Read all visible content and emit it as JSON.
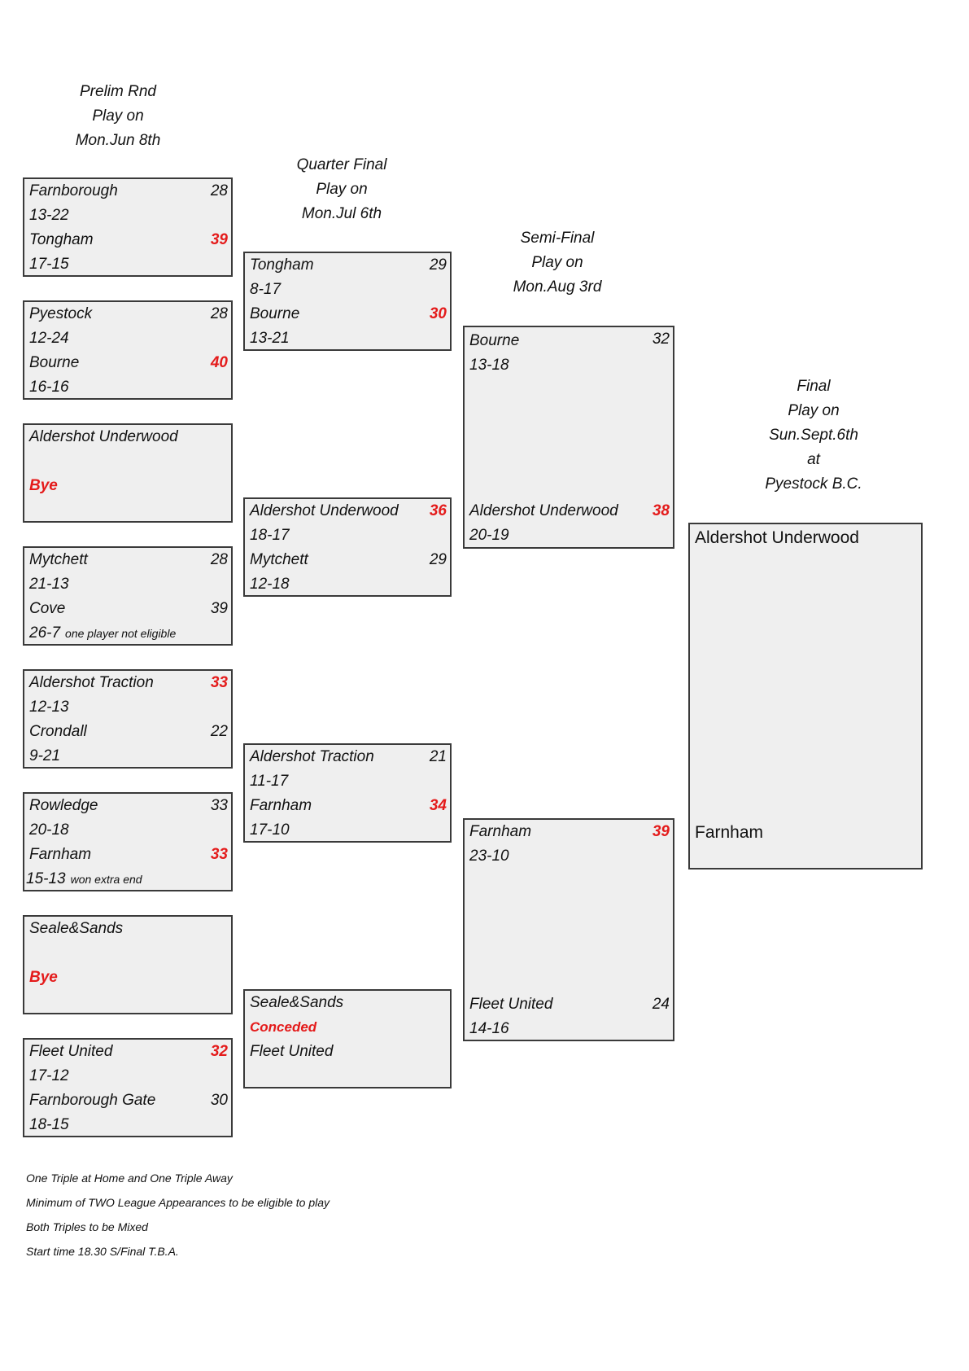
{
  "headers": {
    "prelim": [
      "Prelim Rnd",
      "Play on",
      "Mon.Jun 8th"
    ],
    "quarter": [
      "Quarter Final",
      "Play on",
      "Mon.Jul 6th"
    ],
    "semi": [
      "Semi-Final",
      "Play on",
      "Mon.Aug 3rd"
    ],
    "final": [
      "Final",
      "Play on",
      "Sun.Sept.6th",
      "at",
      "Pyestock B.C."
    ]
  },
  "prelim": [
    {
      "team1": "Farnborough",
      "score1": "28",
      "ends1": "13-22",
      "team2": "Tongham",
      "score2": "39",
      "ends2": "17-15"
    },
    {
      "team1": "Pyestock",
      "score1": "28",
      "ends1": "12-24",
      "team2": "Bourne",
      "score2": "40",
      "ends2": "16-16"
    },
    {
      "team1": "Aldershot Underwood",
      "bye": "Bye"
    },
    {
      "team1": "Mytchett",
      "score1": "28",
      "ends1": "21-13",
      "team2": "Cove",
      "score2": "39",
      "ends2": "26-7",
      "note2": "one player not eligible"
    },
    {
      "team1": "Aldershot Traction",
      "score1": "33",
      "ends1": "12-13",
      "team2": "Crondall",
      "score2": "22",
      "ends2": "9-21"
    },
    {
      "team1": "Rowledge",
      "score1": "33",
      "ends1": "20-18",
      "team2": "Farnham",
      "score2": "33",
      "ends2": "15-13",
      "note2": "won extra end"
    },
    {
      "team1": "Seale&Sands",
      "bye": "Bye"
    },
    {
      "team1": "Fleet United",
      "score1": "32",
      "ends1": "17-12",
      "team2": "Farnborough Gate",
      "score2": "30",
      "ends2": "18-15"
    }
  ],
  "quarter": [
    {
      "team1": "Tongham",
      "score1": "29",
      "ends1": "8-17",
      "team2": "Bourne",
      "score2": "30",
      "ends2": "13-21"
    },
    {
      "team1": "Aldershot Underwood",
      "score1": "36",
      "ends1": "18-17",
      "team2": "Mytchett",
      "score2": "29",
      "ends2": "12-18"
    },
    {
      "team1": "Aldershot Traction",
      "score1": "21",
      "ends1": "11-17",
      "team2": "Farnham",
      "score2": "34",
      "ends2": "17-10"
    },
    {
      "team1": "Seale&Sands",
      "status": "Conceded",
      "team2": "Fleet United"
    }
  ],
  "semi": [
    {
      "team1": "Bourne",
      "score1": "32",
      "ends1": "13-18",
      "team2": "Aldershot Underwood",
      "score2": "38",
      "ends2": "20-19"
    },
    {
      "team1": "Farnham",
      "score1": "39",
      "ends1": "23-10",
      "team2": "Fleet United",
      "score2": "24",
      "ends2": "14-16"
    }
  ],
  "final": {
    "team1": "Aldershot Underwood",
    "team2": "Farnham"
  },
  "notes": [
    "One Triple at Home and One Triple Away",
    "Minimum of TWO League Appearances to be eligible to play",
    "Both Triples to be Mixed",
    "Start time 18.30 S/Final T.B.A."
  ]
}
